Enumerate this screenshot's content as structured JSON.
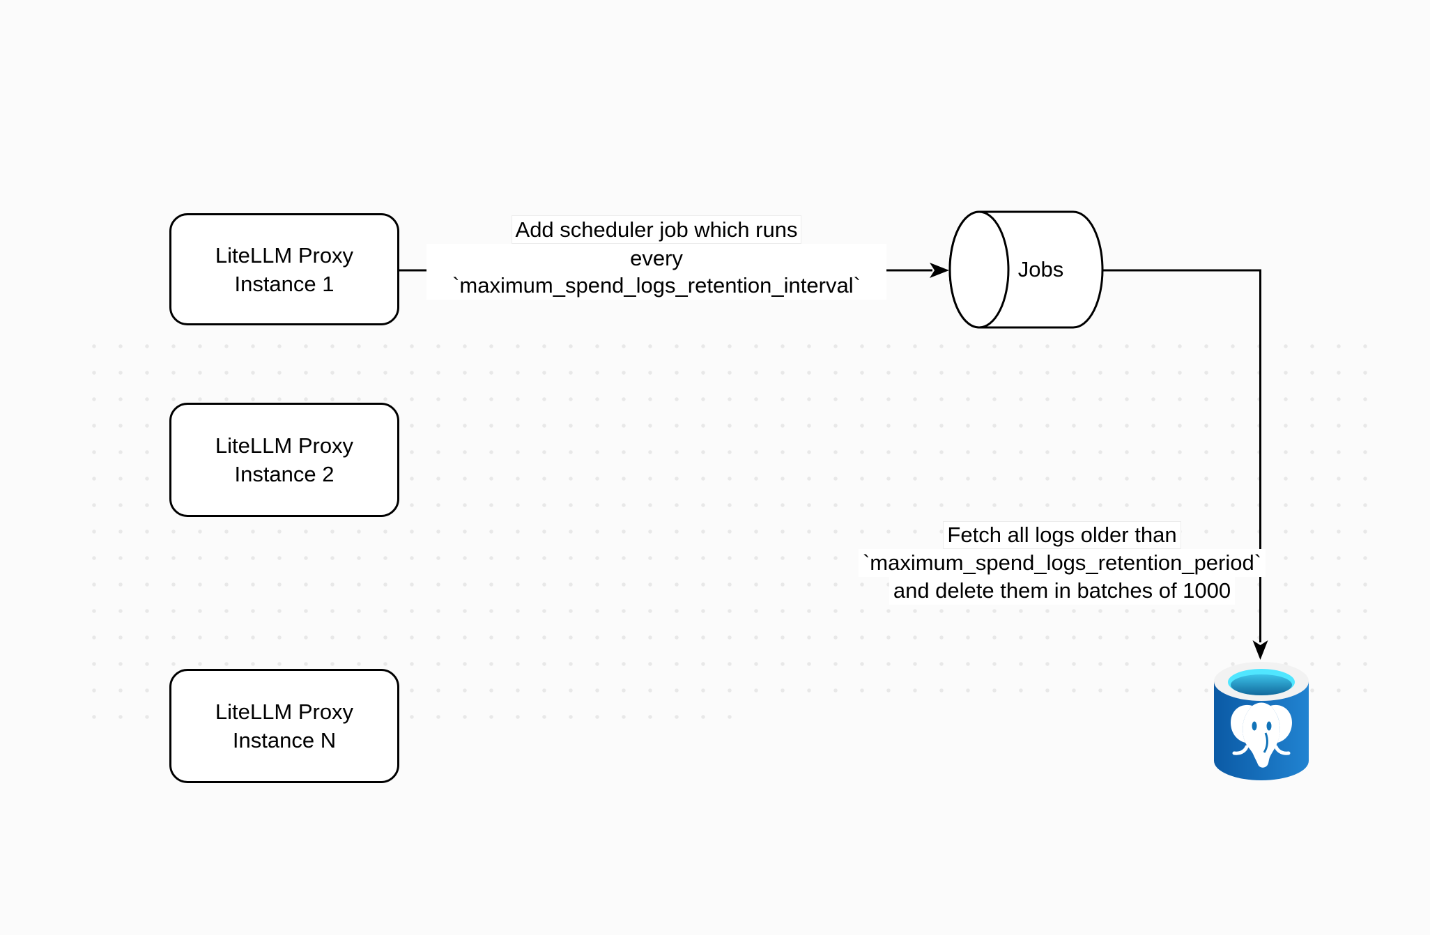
{
  "colors": {
    "stroke": "#000000",
    "canvas-bg": "#fbfbfb",
    "grid-dot": "#e8e8e8",
    "label-bg": "#ffffff",
    "chip-border": "#ececec",
    "node-fill": "#ffffff",
    "pg-body-left": "#0b5aa5",
    "pg-body-right": "#2183d1",
    "pg-rim": "#f2f2f2",
    "pg-liquid": "#50e6ff",
    "pg-liquid-mid": "#3cc3e8",
    "pg-liquid-deep": "#12689c",
    "pg-detail": "#1173b8",
    "pg-elephant": "#ffffff"
  },
  "nodes": {
    "instance1": {
      "line1": "LiteLLM Proxy",
      "line2": "Instance 1"
    },
    "instance2": {
      "line1": "LiteLLM Proxy",
      "line2": "Instance 2"
    },
    "instance_n": {
      "line1": "LiteLLM Proxy",
      "line2": "Instance N"
    },
    "jobs": {
      "label": "Jobs"
    },
    "postgres": {
      "icon": "postgresql-database-icon"
    }
  },
  "edges": {
    "add_scheduler": {
      "line1": "Add scheduler job which runs",
      "line2": "every `maximum_spend_logs_retention_interval`"
    },
    "fetch_delete": {
      "line1": "Fetch all logs older than",
      "line2": "`maximum_spend_logs_retention_period`",
      "line3": "and delete them in batches of 1000"
    }
  }
}
